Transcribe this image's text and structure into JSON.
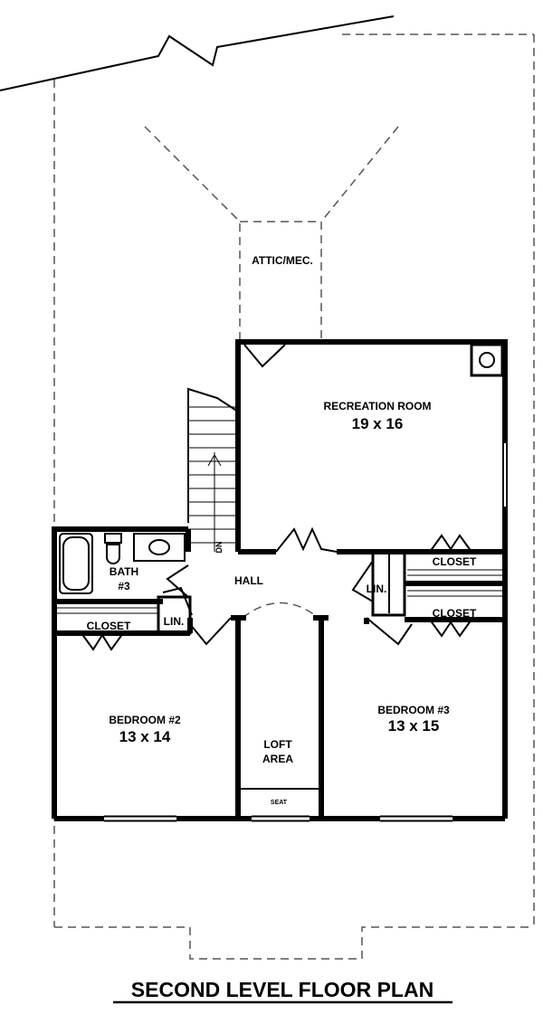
{
  "title": "SECOND LEVEL FLOOR PLAN",
  "rooms": {
    "attic": {
      "name": "ATTIC/MEC."
    },
    "recreation": {
      "name": "RECREATION ROOM",
      "size": "19 x 16"
    },
    "bath": {
      "name": "BATH",
      "number": "#3"
    },
    "hall": {
      "name": "HALL"
    },
    "lin_left": {
      "name": "LIN."
    },
    "lin_right": {
      "name": "LIN."
    },
    "closet_left": {
      "name": "CLOSET"
    },
    "closet_right_top": {
      "name": "CLOSET"
    },
    "closet_right_bottom": {
      "name": "CLOSET"
    },
    "bedroom2": {
      "name": "BEDROOM #2",
      "size": "13 x 14"
    },
    "bedroom3": {
      "name": "BEDROOM #3",
      "size": "13 x 15"
    },
    "loft": {
      "name": "LOFT",
      "name2": "AREA",
      "seat": "SEAT"
    },
    "stairs": {
      "label": "DN"
    }
  }
}
